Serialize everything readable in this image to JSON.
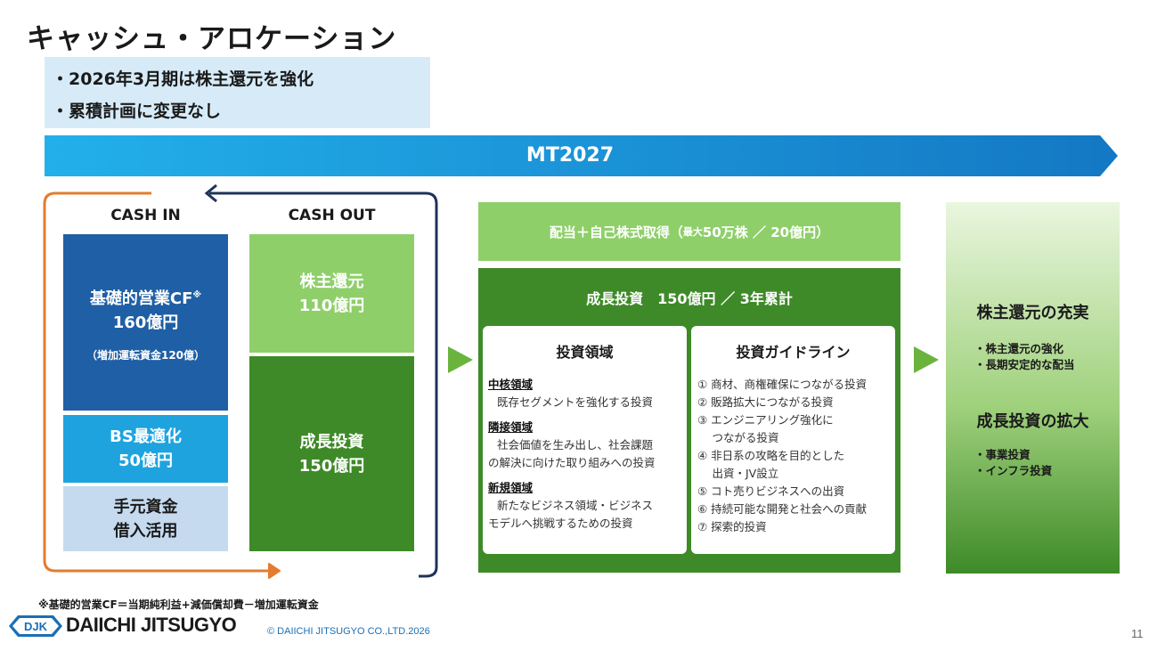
{
  "page": {
    "title": "キャッシュ・アロケーション",
    "bullets": [
      "・2026年3月期は株主還元を強化",
      "・累積計画に変更なし"
    ],
    "mt_label": "MT2027"
  },
  "cash_in": {
    "header": "CASH IN",
    "cf_line1": "基礎的営業CF",
    "cf_mark": "※",
    "cf_line2": "160億円",
    "cf_note": "（増加運転資金120億）",
    "bs_line1": "BS最適化",
    "bs_line2": "50億円",
    "hand_line1": "手元資金",
    "hand_line2": "借入活用"
  },
  "cash_out": {
    "header": "CASH OUT",
    "sh_line1": "株主還元",
    "sh_line2": "110億円",
    "gr_line1": "成長投資",
    "gr_line2": "150億円"
  },
  "middle": {
    "dividend_main": "配当＋自己株式取得（",
    "dividend_small": "最大",
    "dividend_rest": "50万株 ／ 20億円）",
    "growth_title": "成長投資　150億円 ／ 3年累計",
    "domain_title": "投資領域",
    "domains": [
      {
        "name": "中核領域",
        "desc": [
          "既存セグメントを強化する投資"
        ]
      },
      {
        "name": "隣接領域",
        "desc": [
          "社会価値を生み出し、社会課題",
          "の解決に向けた取り組みへの投資"
        ]
      },
      {
        "name": "新規領域",
        "desc": [
          "新たなビジネス領域・ビジネス",
          "モデルへ挑戦するための投資"
        ]
      }
    ],
    "guide_title": "投資ガイドライン",
    "guides": [
      "① 商材、商権確保につながる投資",
      "② 販路拡大につながる投資",
      "③ エンジニアリング強化に",
      "　 つながる投資",
      "④ 非日系の攻略を目的とした",
      "　 出資・JV設立",
      "⑤ コト売りビジネスへの出資",
      "⑥ 持続可能な開発と社会への貢献",
      "⑦ 探索的投資"
    ]
  },
  "right": {
    "head1": "株主還元の充実",
    "items1": [
      "・株主還元の強化",
      "・長期安定的な配当"
    ],
    "head2": "成長投資の拡大",
    "items2": [
      "・事業投資",
      "・インフラ投資"
    ]
  },
  "footer": {
    "footnote": "※基礎的営業CF＝当期純利益+減価償却費－増加運転資金",
    "logo_mark": "DJK",
    "logo_text": "DAIICHI JITSUGYO",
    "copyright": "© DAIICHI JITSUGYO CO.,LTD.2026",
    "page_number": "11"
  },
  "colors": {
    "dark_blue": "#1f5fa5",
    "light_blue": "#1ea3df",
    "pale_blue": "#c5daef",
    "light_green": "#8fcf6a",
    "dark_green": "#3e8a28",
    "orange": "#e37c2f",
    "navy": "#1e3358"
  }
}
